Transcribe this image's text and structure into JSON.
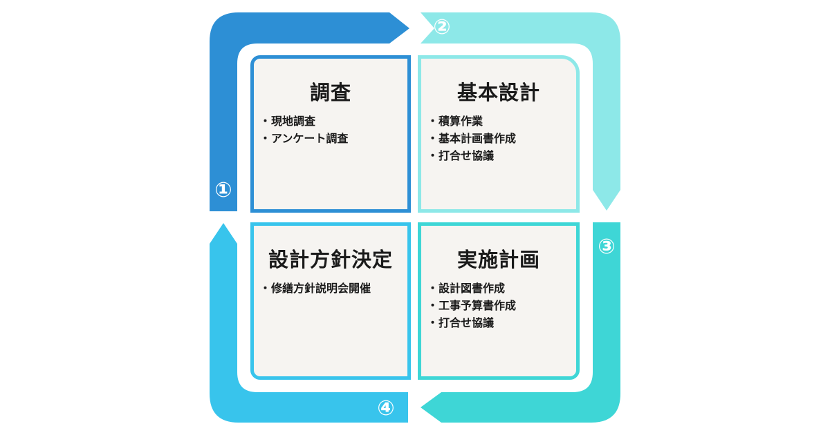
{
  "colors": {
    "step1": "#2d8fd5",
    "step2": "#8de8e8",
    "step3": "#3ed6d6",
    "step4": "#38c4ec",
    "box_fill": "#f6f4f1"
  },
  "steps": [
    {
      "number": "①",
      "title": "調査",
      "items": [
        "現地調査",
        "アンケート調査"
      ]
    },
    {
      "number": "②",
      "title": "基本設計",
      "items": [
        "積算作業",
        "基本計画書作成",
        "打合せ協議"
      ]
    },
    {
      "number": "③",
      "title": "実施計画",
      "items": [
        "設計図書作成",
        "工事予算書作成",
        "打合せ協議"
      ]
    },
    {
      "number": "④",
      "title": "設計方針決定",
      "items": [
        "修繕方針説明会開催"
      ]
    }
  ],
  "bullet": "・"
}
